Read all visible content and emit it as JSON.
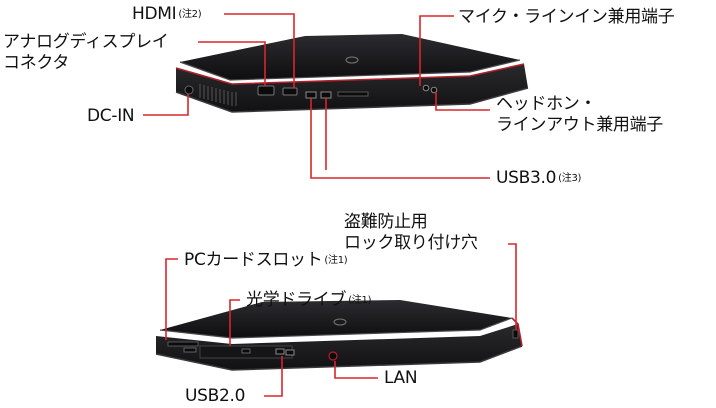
{
  "labels": {
    "hdmi": {
      "text": "HDMI",
      "note": "(注2)"
    },
    "analog_display": {
      "line1": "アナログディスプレイ",
      "line2": "コネクタ"
    },
    "dc_in": {
      "text": "DC-IN"
    },
    "mic_line_in": {
      "text": "マイク・ラインイン兼用端子"
    },
    "headphone_line_out": {
      "line1": "ヘッドホン・",
      "line2": "ラインアウト兼用端子"
    },
    "usb30": {
      "text": "USB3.0",
      "note": "(注3)"
    },
    "anti_theft": {
      "line1": "盗難防止用",
      "line2": "ロック取り付け穴"
    },
    "pc_card_slot": {
      "text": "PCカードスロット",
      "note": "(注1)"
    },
    "optical_drive": {
      "text": "光学ドライブ",
      "note": "(注1)"
    },
    "usb20": {
      "text": "USB2.0"
    },
    "lan": {
      "text": "LAN"
    }
  },
  "colors": {
    "leader_line": "#d8262c",
    "laptop_body": "#1c1c1e",
    "laptop_edge": "#3a3a3d",
    "accent_trim": "#b3202a"
  }
}
